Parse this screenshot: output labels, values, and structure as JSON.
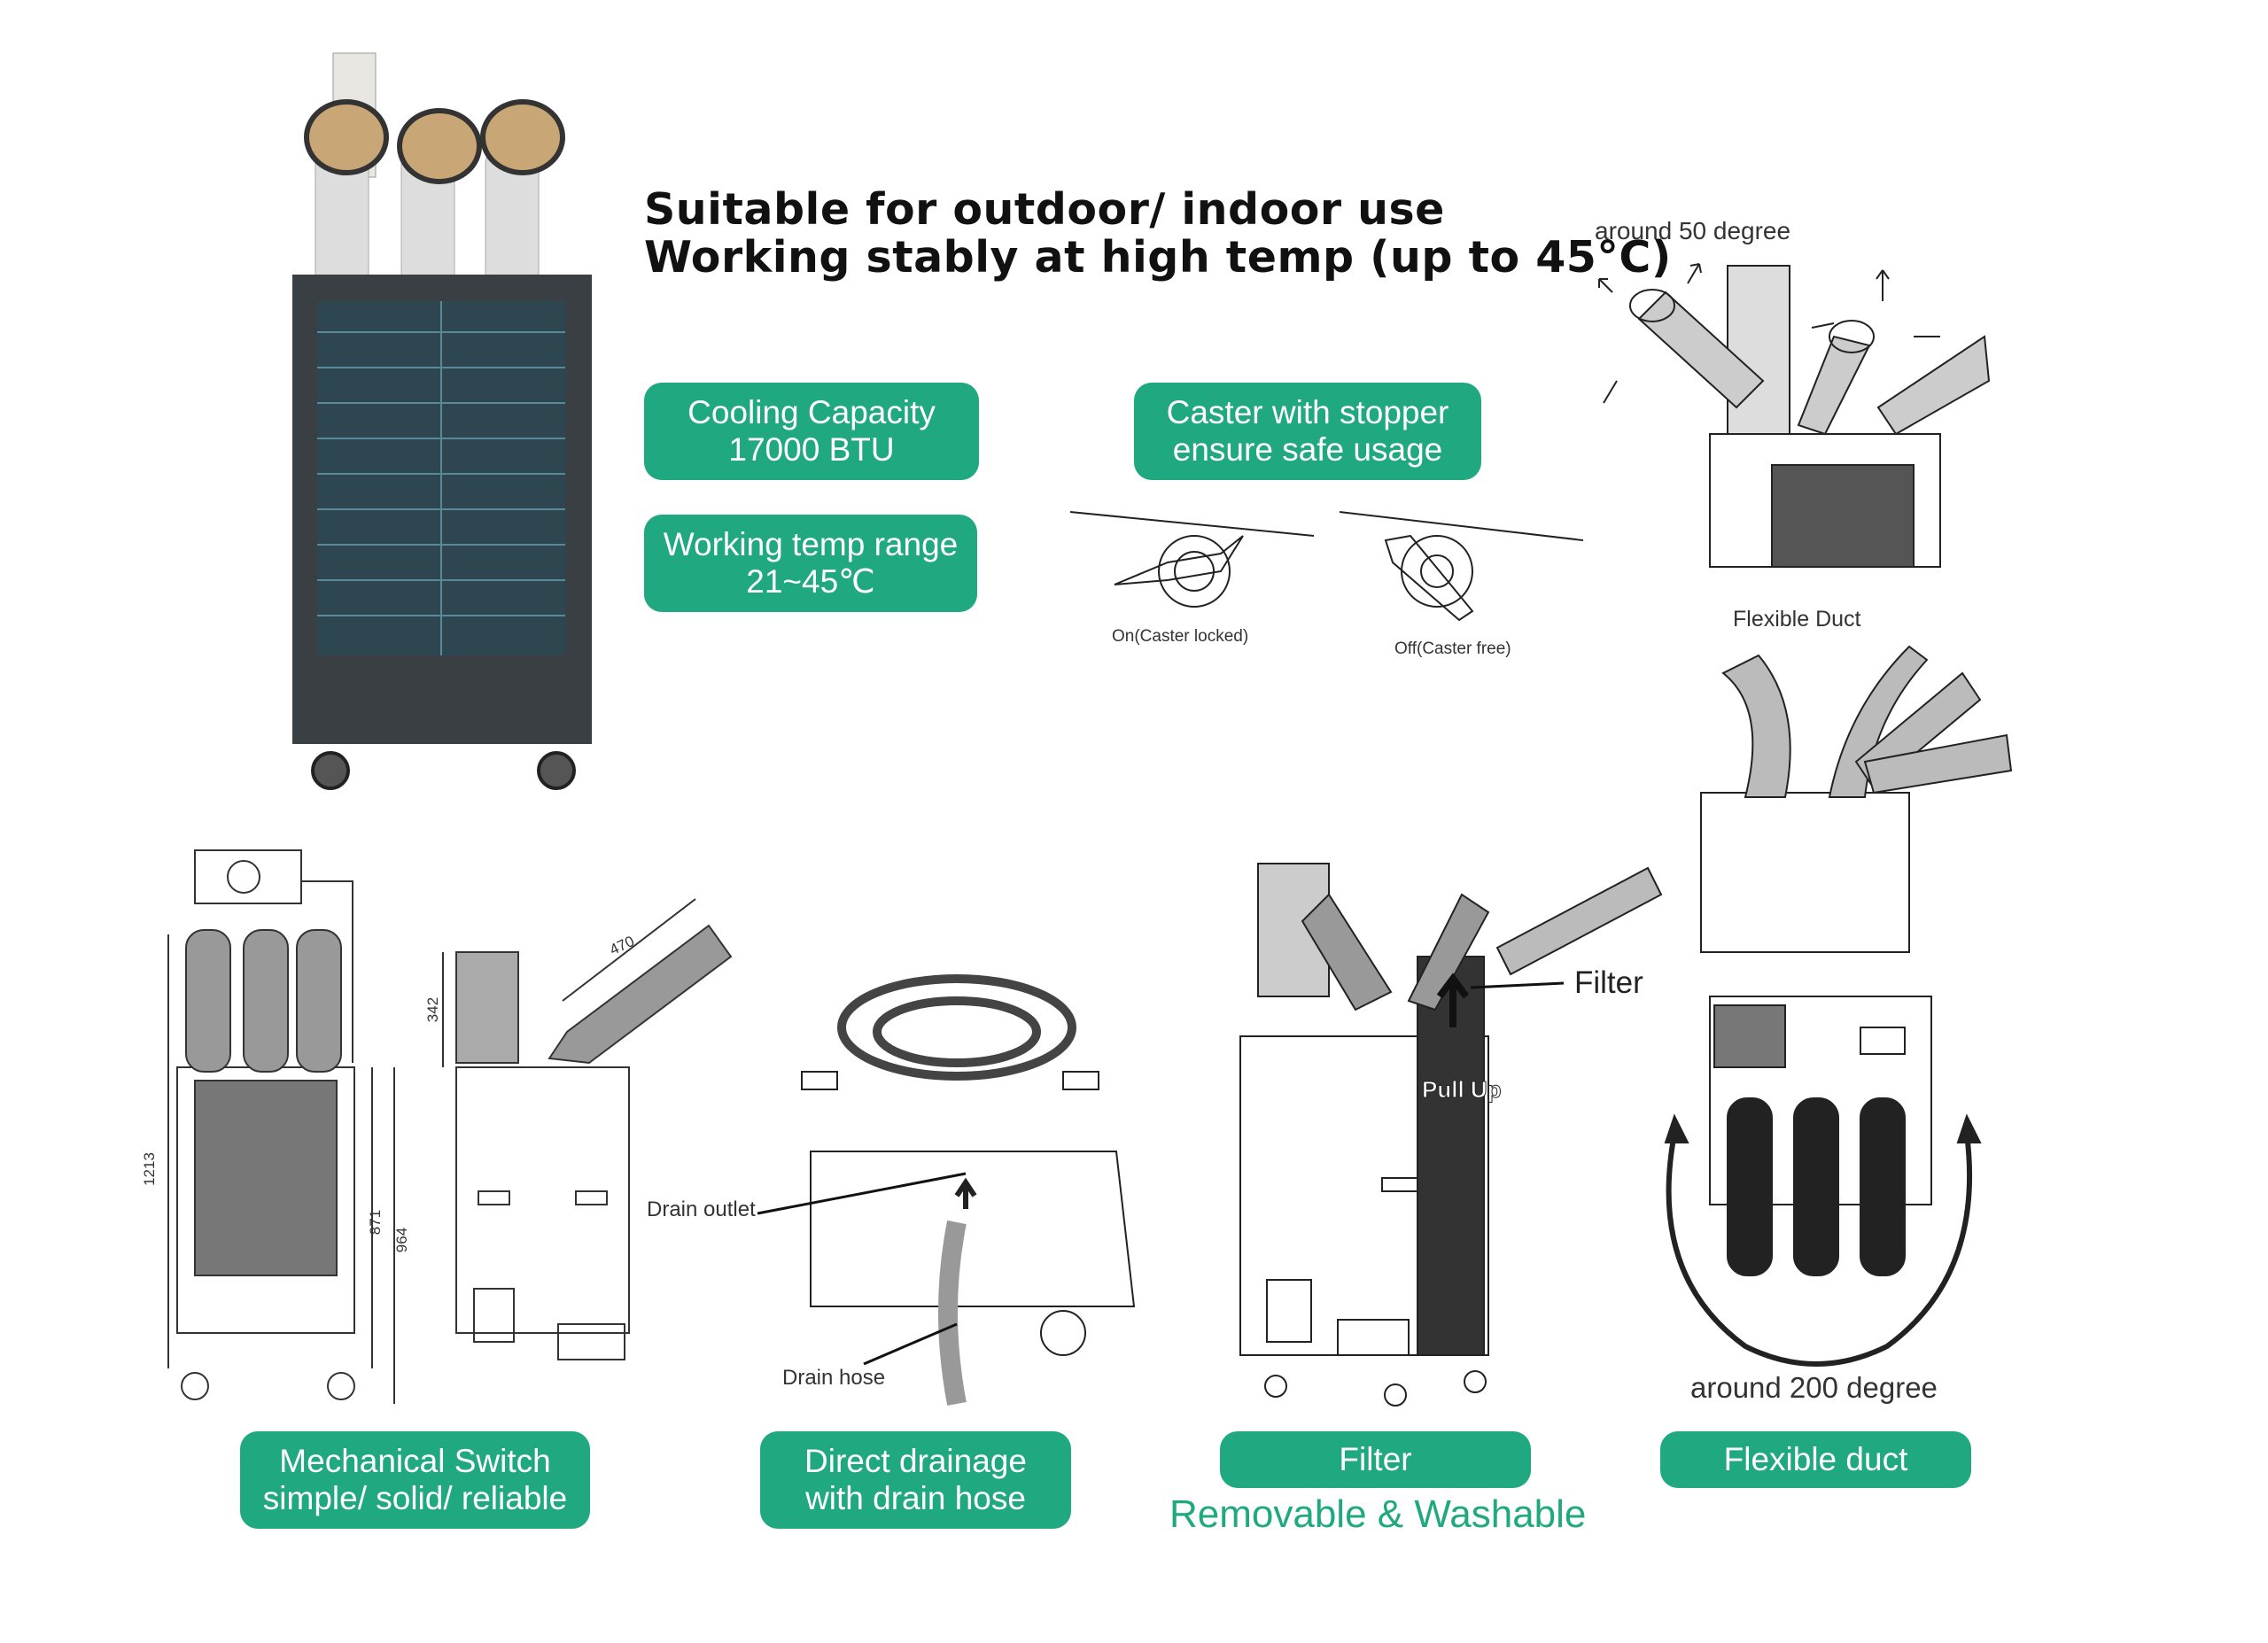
{
  "headline": {
    "line1": "Suitable for outdoor/ indoor use",
    "line2": "Working stably at high temp (up to 45°C)"
  },
  "features": {
    "cooling": {
      "line1": "Cooling Capacity",
      "line2": "17000 BTU"
    },
    "temp_range": {
      "line1": "Working temp range",
      "line2": "21~45℃"
    },
    "caster": {
      "line1": "Caster with stopper",
      "line2": "ensure safe usage"
    },
    "switch": {
      "line1": "Mechanical Switch",
      "line2": "simple/ solid/ reliable"
    },
    "drainage": {
      "line1": "Direct drainage",
      "line2": "with drain hose"
    },
    "filter": {
      "label": "Filter",
      "sub": "Removable & Washable"
    },
    "duct": {
      "label": "Flexible duct"
    }
  },
  "caster_labels": {
    "on": "On(Caster locked)",
    "off": "Off(Caster free)"
  },
  "duct_labels": {
    "angle_top": "around 50 degree",
    "flexible": "Flexible Duct",
    "angle_bottom": "around 200 degree"
  },
  "drain_labels": {
    "outlet": "Drain outlet",
    "hose": "Drain hose"
  },
  "filter_labels": {
    "filter": "Filter",
    "pull_up": "Pull Up"
  },
  "dimensions": {
    "height_total": "1213",
    "body": "871",
    "body_wheels": "964",
    "duct_height": "342",
    "duct_length": "470"
  },
  "colors": {
    "accent": "#20a880",
    "unit_body": "#3a3f44"
  }
}
